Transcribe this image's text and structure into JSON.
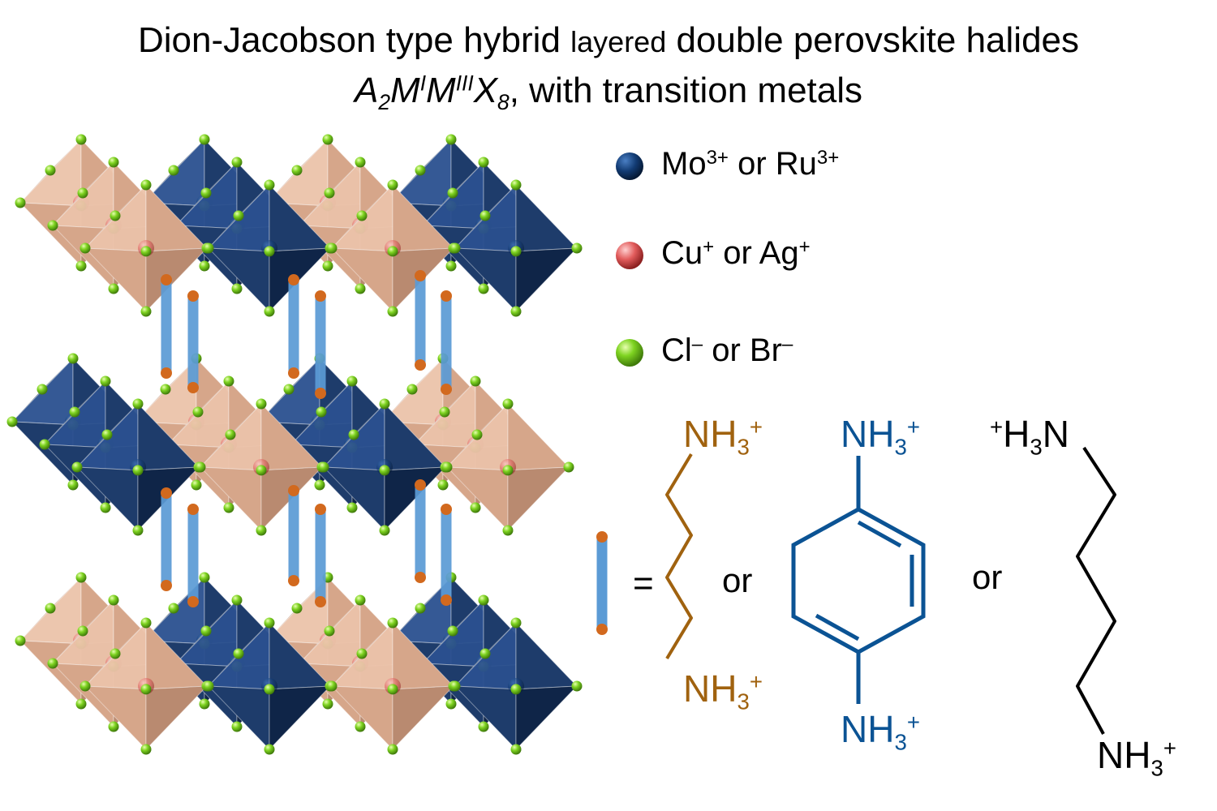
{
  "title": {
    "line1_a": "Dion-Jacobson type hybrid",
    "line1_small": "layered",
    "line1_b": "double perovskite halides",
    "f_A": "A",
    "f_2": "2",
    "f_M": "M",
    "f_I": "I",
    "f_M2": "M",
    "f_III": "III",
    "f_X": "X",
    "f_8": "8",
    "line2_rest": ", with transition metals"
  },
  "legend": [
    {
      "base1": "Mo",
      "sup1": "3+",
      "mid": " or Ru",
      "sup2": "3+",
      "color": "#0d3a73"
    },
    {
      "base1": "Cu",
      "sup1": "+",
      "mid": " or Ag",
      "sup2": "+",
      "color": "#e05a5a"
    },
    {
      "base1": "Cl",
      "sup1": "–",
      "mid": " or Br",
      "sup2": "–",
      "color": "#7ed321"
    }
  ],
  "colors": {
    "mo_octahedron": "#1e3c6b",
    "cu_octahedron": "#d6a68a",
    "halide": "#7ed321",
    "linker_bar": "#5b9bd5",
    "linker_end": "#d2691e",
    "ethylene": "#a0620f",
    "phenylene": "#0b5394",
    "butylene": "#000000"
  },
  "equation": {
    "equals": "=",
    "or1": "or",
    "or2": "or"
  },
  "molecules": {
    "nh3": "NH",
    "sub3": "3",
    "plus": "+",
    "h3n_h": "H",
    "h3n_n": "N"
  }
}
